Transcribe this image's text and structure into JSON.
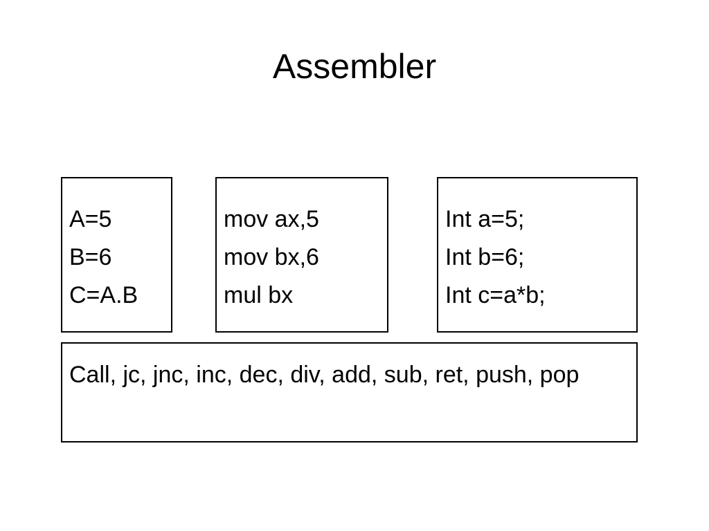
{
  "title": "Assembler",
  "boxes": {
    "pseudo": [
      "A=5",
      "B=6",
      "C=A.B"
    ],
    "asm": [
      "mov ax,5",
      "mov bx,6",
      "mul bx"
    ],
    "c": [
      "Int a=5;",
      "Int b=6;",
      "Int c=a*b;"
    ]
  },
  "instructions": "Call, jc, jnc, inc, dec, div, add, sub, ret, push, pop"
}
